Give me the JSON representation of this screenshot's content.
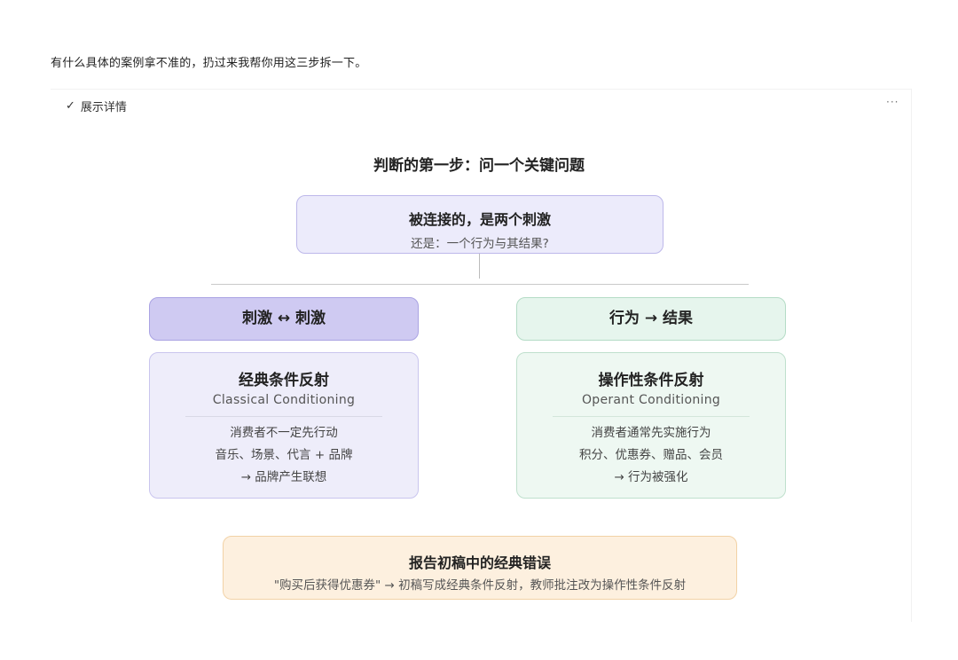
{
  "intro_text": "有什么具体的案例拿不准的，扔过来我帮你用这三步拆一下。",
  "details_toggle": {
    "icon": "✓",
    "label": "展示详情"
  },
  "more_menu": "···",
  "diagram": {
    "title": "判断的第一步：问一个关键问题",
    "root": {
      "line1": "被连接的，是两个刺激",
      "line2": "还是：一个行为与其结果?"
    },
    "left": {
      "branch_label": "刺激 ↔ 刺激",
      "card_title": "经典条件反射",
      "card_subtitle": "Classical Conditioning",
      "lines": [
        "消费者不一定先行动",
        "音乐、场景、代言 + 品牌",
        "→ 品牌产生联想"
      ]
    },
    "right": {
      "branch_label": "行为 → 结果",
      "card_title": "操作性条件反射",
      "card_subtitle": "Operant Conditioning",
      "lines": [
        "消费者通常先实施行为",
        "积分、优惠券、赠品、会员",
        "→ 行为被强化"
      ]
    },
    "note": {
      "title": "报告初稿中的经典错误",
      "text": "\"购买后获得优惠券\" → 初稿写成经典条件反射，教师批注改为操作性条件反射"
    }
  }
}
